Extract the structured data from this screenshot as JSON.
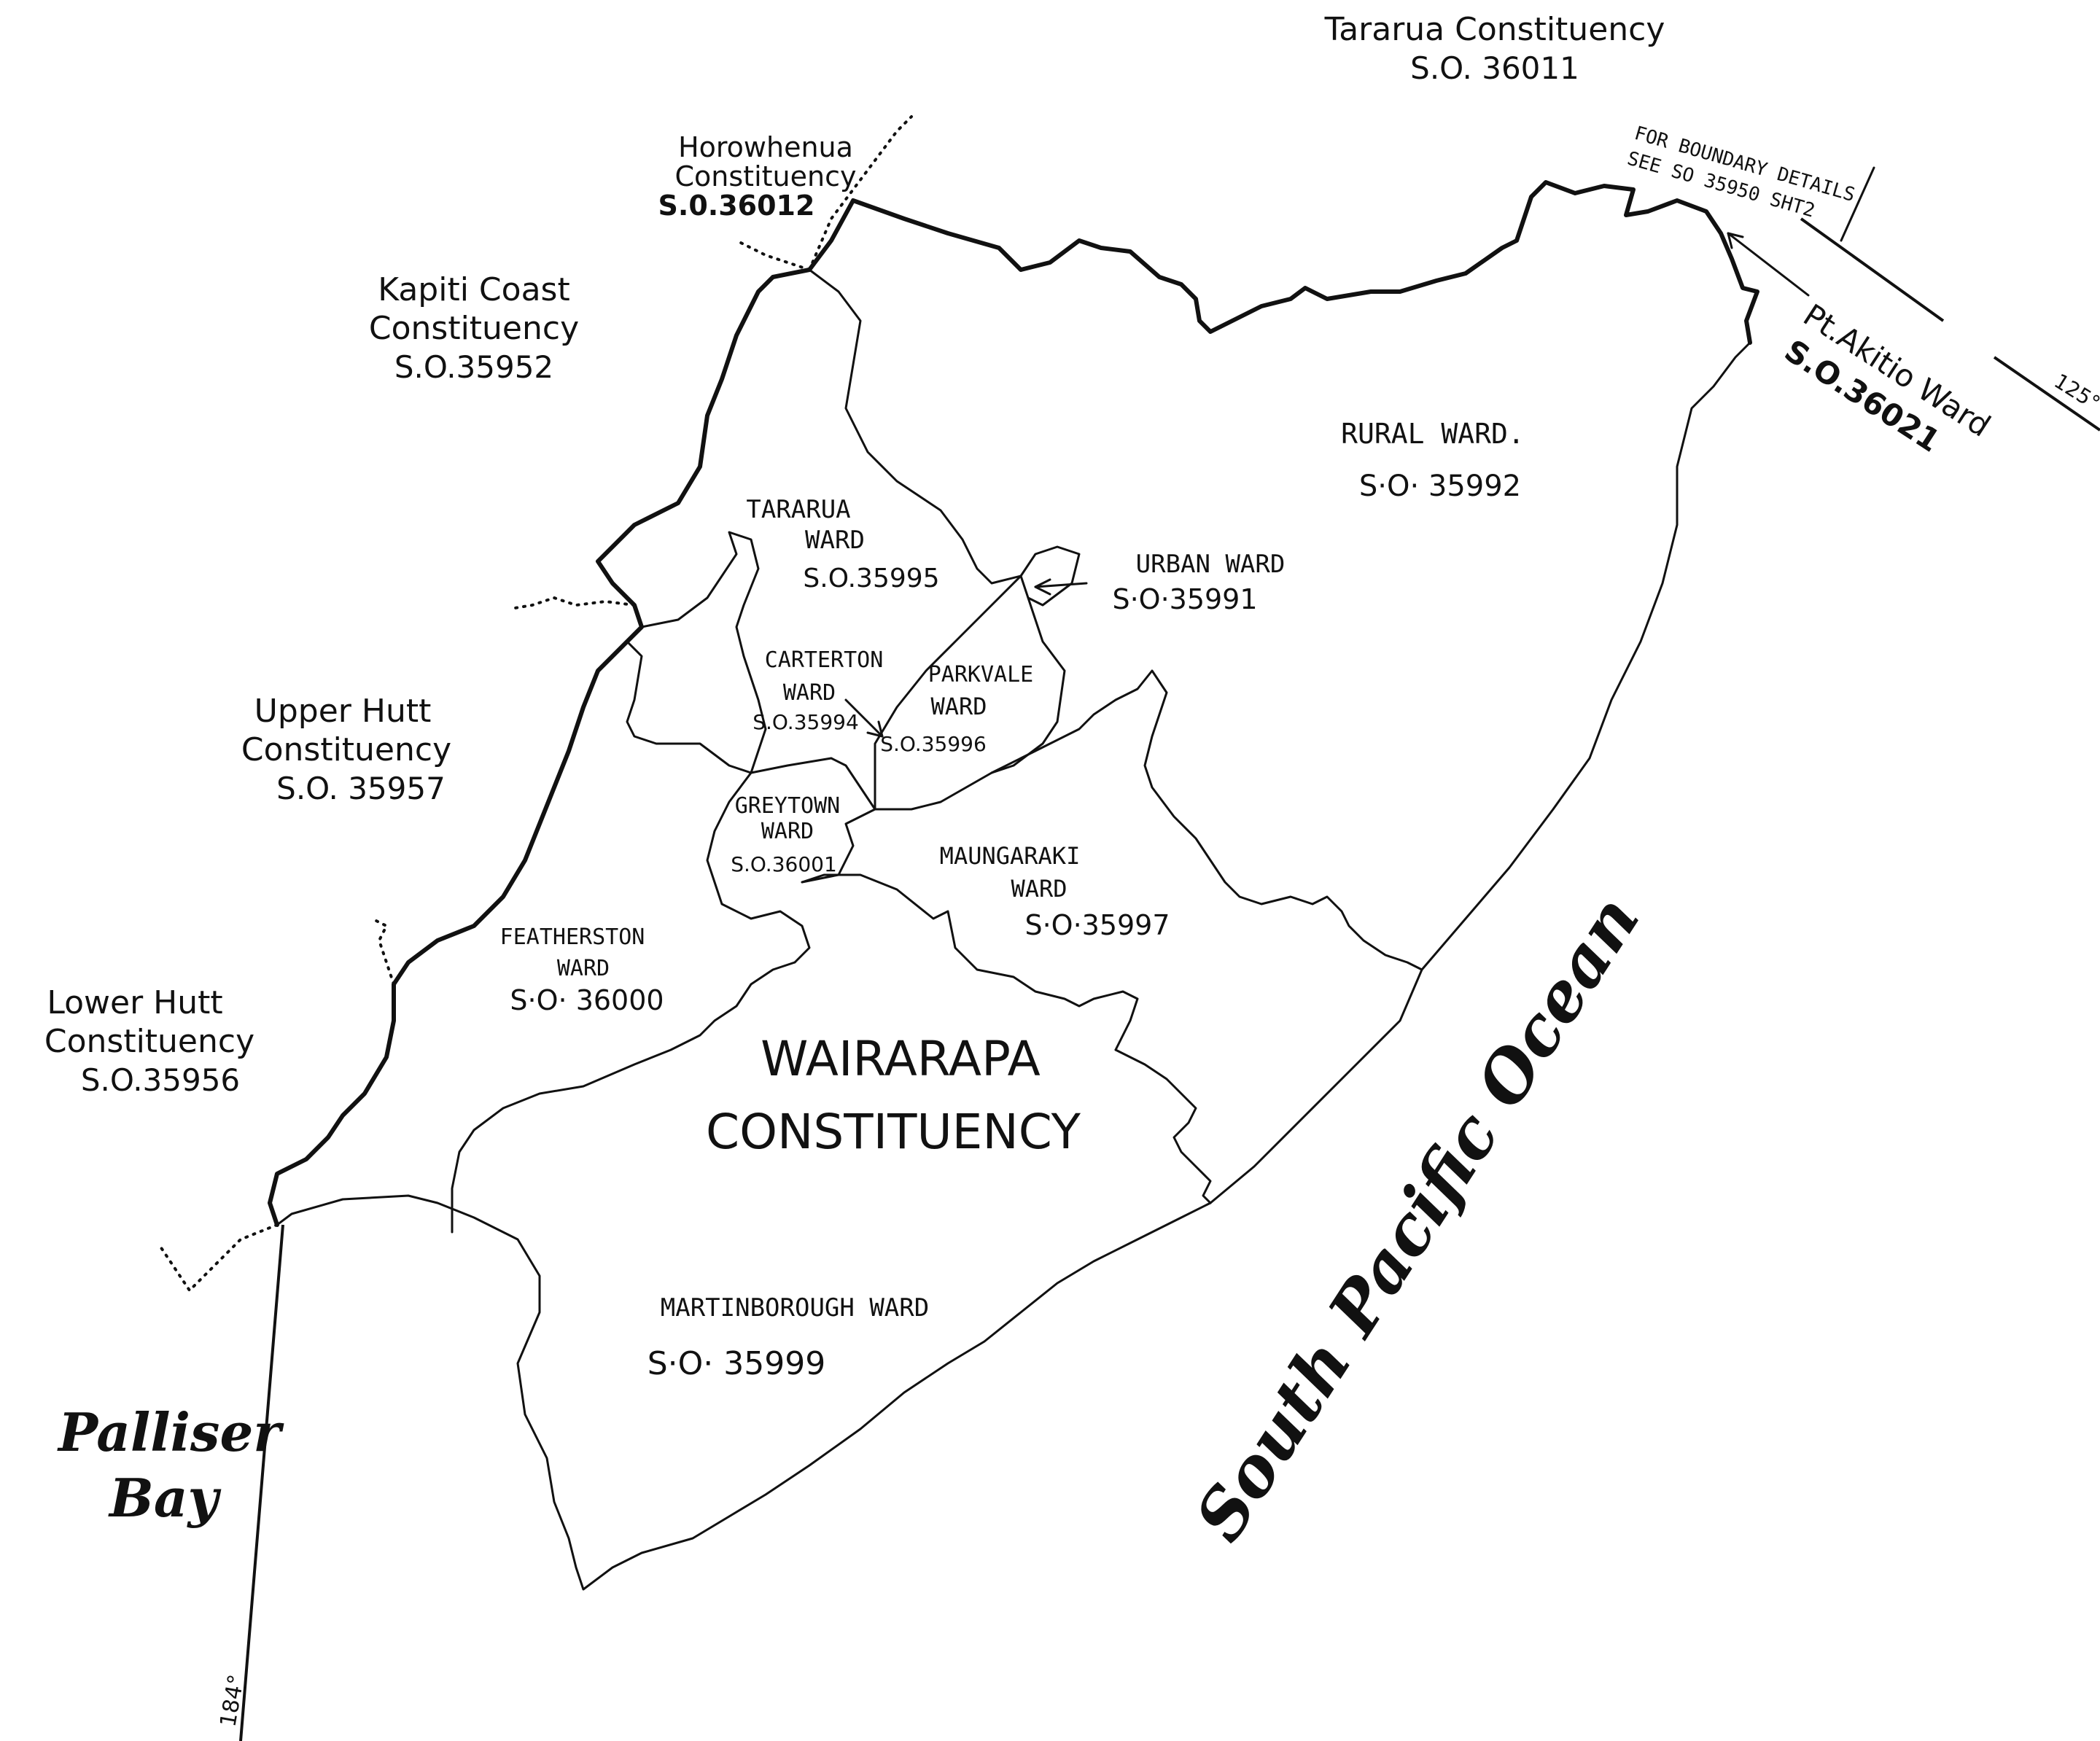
{
  "map": {
    "constituency_main": "WAIRARAPA",
    "constituency_main_2": "CONSTITUENCY",
    "neighbours": {
      "tararua": {
        "name": "Tararua Constituency",
        "so": "S.O. 36011"
      },
      "horowhenua_1": "Horowhenua",
      "horowhenua_2": "Constituency",
      "horowhenua_so": "S.0.36012",
      "kapiti_1": "Kapiti Coast",
      "kapiti_2": "Constituency",
      "kapiti_so": "S.O.35952",
      "upperhutt_1": "Upper Hutt",
      "upperhutt_2": "Constituency",
      "upperhutt_so": "S.O. 35957",
      "lowerhutt_1": "Lower Hutt",
      "lowerhutt_2": "Constituency",
      "lowerhutt_so": "S.O.35956"
    },
    "wards": {
      "rural": {
        "name": "RURAL WARD.",
        "so": "S·O· 35992"
      },
      "tararua_1": "TARARUA",
      "tararua_2": "WARD",
      "tararua_so": "S.O.35995",
      "urban": {
        "name": "URBAN WARD",
        "so": "S·O·35991"
      },
      "carterton_1": "CARTERTON",
      "carterton_2": "WARD",
      "carterton_so": "S.O.35994",
      "parkvale_1": "PARKVALE",
      "parkvale_2": "WARD",
      "parkvale_so": "S.O.35996",
      "greytown_1": "GREYTOWN",
      "greytown_2": "WARD",
      "greytown_so": "S.O.36001",
      "maungaraki_1": "MAUNGARAKI",
      "maungaraki_2": "WARD",
      "maungaraki_so": "S·O·35997",
      "featherston_1": "FEATHERSTON",
      "featherston_2": "WARD",
      "featherston_so": "S·O· 36000",
      "martinborough": {
        "name": "MARTINBOROUGH WARD",
        "so": "S·O· 35999"
      },
      "akitio_1": "Pt.Akitio Ward",
      "akitio_so": "S.O.36021"
    },
    "notes": {
      "boundary_1": "FOR BOUNDARY DETAILS",
      "boundary_2": "SEE  SO 35950 SHT2"
    },
    "water": {
      "palliser_1": "Palliser",
      "palliser_2": "Bay",
      "ocean": "South Pacific Ocean"
    },
    "grid": {
      "meridian": "184°",
      "corner": "125°"
    }
  }
}
